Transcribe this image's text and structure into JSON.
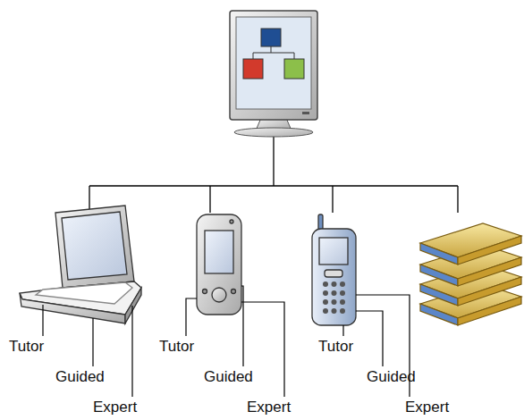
{
  "diagram": {
    "labels": [
      "Tutor",
      "Guided",
      "Expert",
      "Tutor",
      "Guided",
      "Expert",
      "Tutor",
      "Guided",
      "Expert"
    ]
  }
}
